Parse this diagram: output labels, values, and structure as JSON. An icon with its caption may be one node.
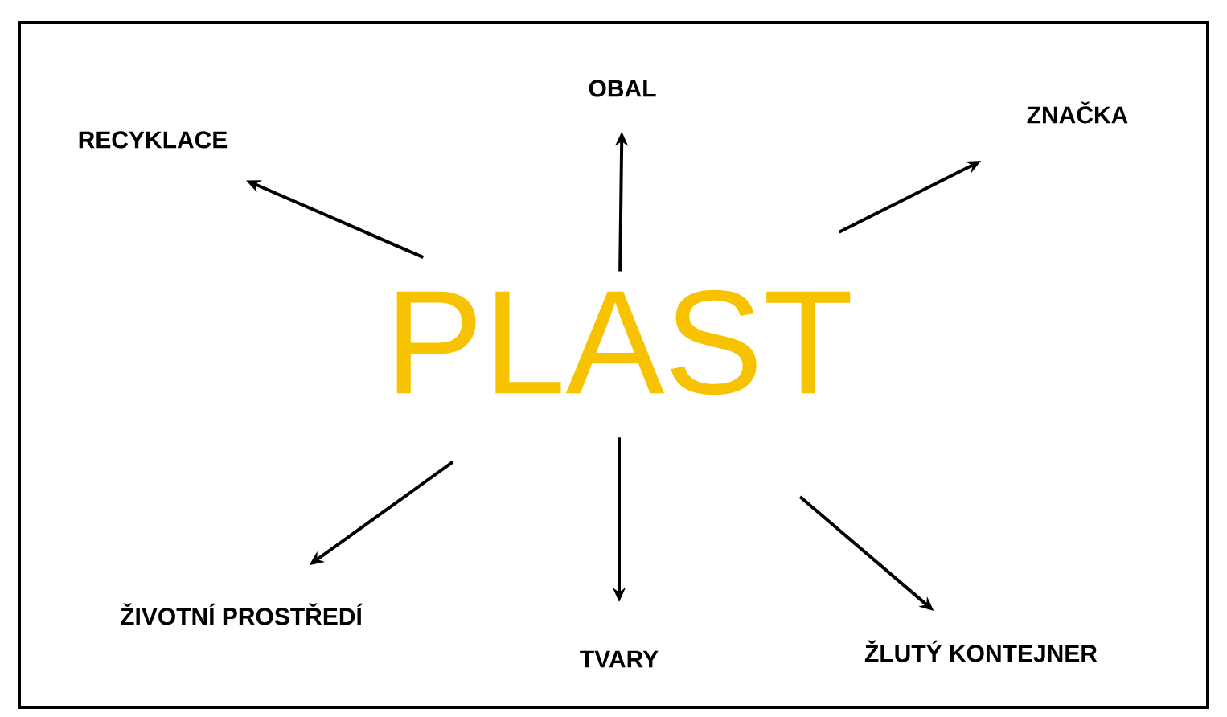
{
  "diagram": {
    "nodes": [
      {
        "text": [
          "PLAST"
        ]
      },
      {
        "text": [
          "RECYKLACE"
        ]
      },
      {
        "text": [
          "OBAL"
        ]
      },
      {
        "text": [
          "ZNAČKA"
        ]
      },
      {
        "text": [
          "ŽIVOTNÍ PROSTŘEDÍ"
        ]
      },
      {
        "text": [
          "TVARY"
        ]
      },
      {
        "text": [
          "ŽLUTÝ KONTEJNER"
        ]
      }
    ],
    "edges": [
      {
        "from": 0,
        "to": 1,
        "arrow": "to"
      },
      {
        "from": 0,
        "to": 2,
        "arrow": "to"
      },
      {
        "from": 0,
        "to": 3,
        "arrow": "to"
      },
      {
        "from": 0,
        "to": 4,
        "arrow": "to"
      },
      {
        "from": 0,
        "to": 5,
        "arrow": "to"
      },
      {
        "from": 0,
        "to": 6,
        "arrow": "to"
      }
    ]
  }
}
